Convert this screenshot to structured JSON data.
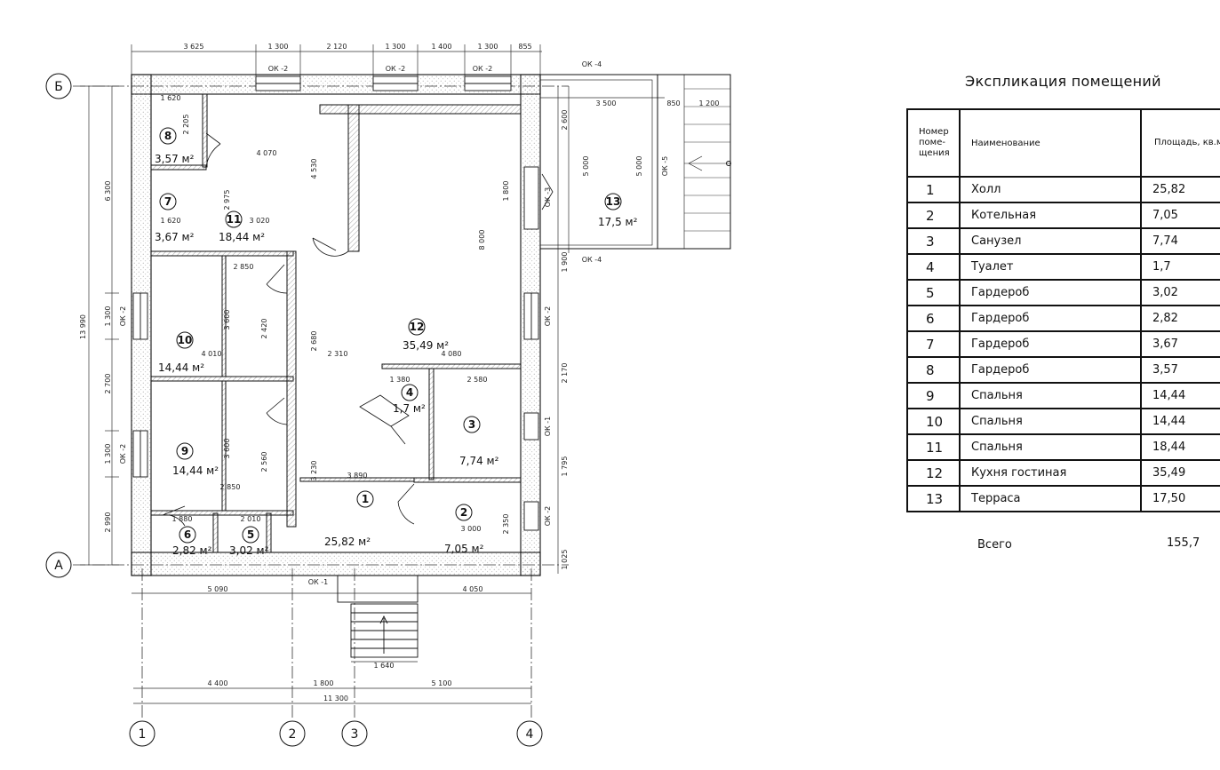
{
  "explication": {
    "title": "Экспликация помещений",
    "headers": [
      "Номер поме- щения",
      "Наименование",
      "Площадь, кв.м"
    ],
    "rows": [
      [
        "1",
        "Холл",
        "25,82"
      ],
      [
        "2",
        "Котельная",
        "7,05"
      ],
      [
        "3",
        "Санузел",
        "7,74"
      ],
      [
        "4",
        "Туалет",
        "1,7"
      ],
      [
        "5",
        "Гардероб",
        "3,02"
      ],
      [
        "6",
        "Гардероб",
        "2,82"
      ],
      [
        "7",
        "Гардероб",
        "3,67"
      ],
      [
        "8",
        "Гардероб",
        "3,57"
      ],
      [
        "9",
        "Спальня",
        "14,44"
      ],
      [
        "10",
        "Спальня",
        "14,44"
      ],
      [
        "11",
        "Спальня",
        "18,44"
      ],
      [
        "12",
        "Кухня гостиная",
        "35,49"
      ],
      [
        "13",
        "Терраса",
        "17,50"
      ]
    ],
    "total_label": "Всего",
    "total_value": "155,7"
  },
  "plan": {
    "axes": {
      "B": "Б",
      "A": "А",
      "n1": "1",
      "n2": "2",
      "n3": "3",
      "n4": "4"
    },
    "rooms": {
      "r1": {
        "num": "1",
        "area": "25,82 м²"
      },
      "r2": {
        "num": "2",
        "area": "7,05 м²"
      },
      "r3": {
        "num": "3",
        "area": "7,74 м²"
      },
      "r4": {
        "num": "4",
        "area": "1,7 м²"
      },
      "r5": {
        "num": "5",
        "area": "3,02 м²"
      },
      "r6": {
        "num": "6",
        "area": "2,82 м²"
      },
      "r7": {
        "num": "7",
        "area": "3,67 м²"
      },
      "r8": {
        "num": "8",
        "area": "3,57 м²"
      },
      "r9": {
        "num": "9",
        "area": "14,44 м²"
      },
      "r10": {
        "num": "10",
        "area": "14,44 м²"
      },
      "r11": {
        "num": "11",
        "area": "18,44 м²"
      },
      "r12": {
        "num": "12",
        "area": "35,49 м²"
      },
      "r13": {
        "num": "13",
        "area": "17,5 м²"
      }
    },
    "dims": {
      "top1": "3 625",
      "top2": "1 300",
      "top3": "2 120",
      "top4": "1 300",
      "top5": "1 400",
      "top6": "1 300",
      "top7": "855",
      "bot_4400": "4 400",
      "bot_1800": "1 800",
      "bot_5100": "5 100",
      "bot_11300": "11 300",
      "b5090": "5 090",
      "b4050": "4 050",
      "b1640": "1 640",
      "left_6300": "6 300",
      "left_13990": "13 990",
      "left_2700": "2 700",
      "left_2990": "2 990",
      "left_1300a": "1 300",
      "left_1300b": "1 300",
      "d4070": "4 070",
      "d3020": "3 020",
      "d4010": "4 010",
      "d2310": "2 310",
      "d4080": "4 080",
      "d3890": "3 890",
      "d2850a": "2 850",
      "d2850b": "2 850",
      "d2580": "2 580",
      "d3000": "3 000",
      "d1880": "1 880",
      "d2010": "2 010",
      "d3600a": "3 600",
      "d3600b": "3 600",
      "d8000": "8 000",
      "d4530": "4 530",
      "d3500": "3 500",
      "d850": "850",
      "d1200": "1 200",
      "d5000a": "5 000",
      "d5000b": "5 000",
      "d2600": "2 600",
      "d1800": "1 800",
      "d1900": "1 900",
      "d2170": "2 170",
      "d1795": "1 795",
      "d1025": "1 025",
      "d1380": "1 380",
      "d1620a": "1 620",
      "d1620b": "1 620",
      "d2205": "2 205",
      "d2975": "2 975",
      "d2420": "2 420",
      "d2680": "2 680",
      "d2560": "2 560",
      "d3230": "3 230",
      "d2350": "2 350"
    },
    "ok": {
      "ok2a": "ОК -2",
      "ok2b": "ОК -2",
      "ok2c": "ОК -2",
      "ok4a": "ОК -4",
      "ok4b": "ОК -4",
      "ok5": "ОК -5",
      "ok2l1": "ОК -2",
      "ok2l2": "ОК -2",
      "ok2r1": "ОК -2",
      "ok2r2": "ОК -2",
      "ok1r": "ОК -1",
      "ok1b": "ОК -1",
      "ok3": "ОК -3"
    }
  }
}
